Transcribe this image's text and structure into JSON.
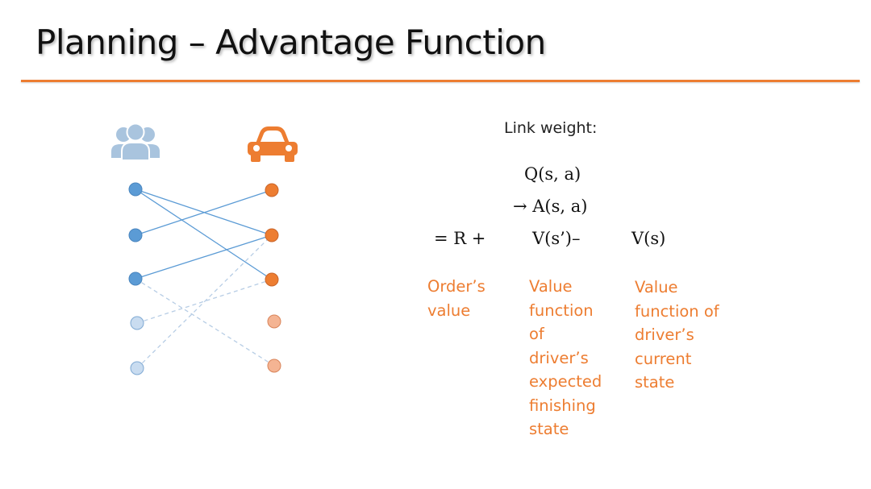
{
  "slide": {
    "title": "Planning – Advantage Function",
    "link_weight_label": "Link weight:",
    "formula": {
      "line1": "Q(s, a)",
      "line2": "→ A(s, a)",
      "line3_term1": "= R +",
      "line3_term2": "V(s’)–",
      "line3_term3": "V(s)"
    },
    "annotations": {
      "order_value": [
        "Order’s",
        "value"
      ],
      "expected_state_value": [
        "Value",
        "function",
        "of",
        "driver’s",
        "expected",
        "finishing",
        "state"
      ],
      "current_state_value": [
        "Value",
        "function of",
        "driver’s",
        "current",
        "state"
      ]
    }
  },
  "colors": {
    "accent_orange": "#ED7D31",
    "users_icon": "#A9C4DE",
    "node_blue": "#5B9BD5",
    "node_blue_light": "#C9DCF0",
    "node_orange_light": "#F4B493",
    "link_solid": "#5B9BD5",
    "link_dashed": "#B7CDE5"
  },
  "icons": {
    "left_group": "users-group-icon",
    "right_group": "car-icon"
  }
}
